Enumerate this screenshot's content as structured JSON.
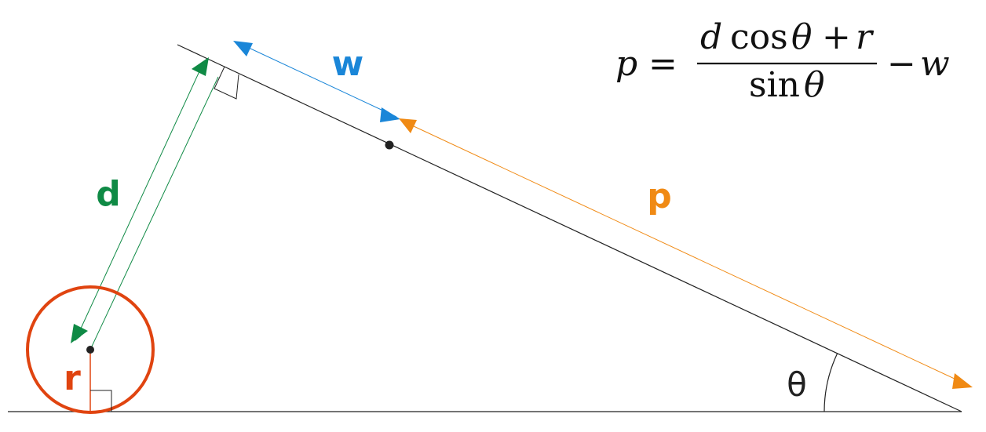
{
  "labels": {
    "w": "w",
    "d": "d",
    "p": "p",
    "r": "r",
    "theta": "θ"
  },
  "formula": {
    "lhs": "p",
    "equals": "=",
    "numerator_d": "d",
    "numerator_cos": "cos",
    "numerator_theta": "θ",
    "numerator_plus": "+",
    "numerator_r": "r",
    "denominator_sin": "sin",
    "denominator_theta": "θ",
    "minus": "−",
    "w": "w"
  },
  "colors": {
    "w": "#1a86d8",
    "d": "#0f8a45",
    "p": "#f08a14",
    "r": "#e04410",
    "line": "#222222"
  }
}
